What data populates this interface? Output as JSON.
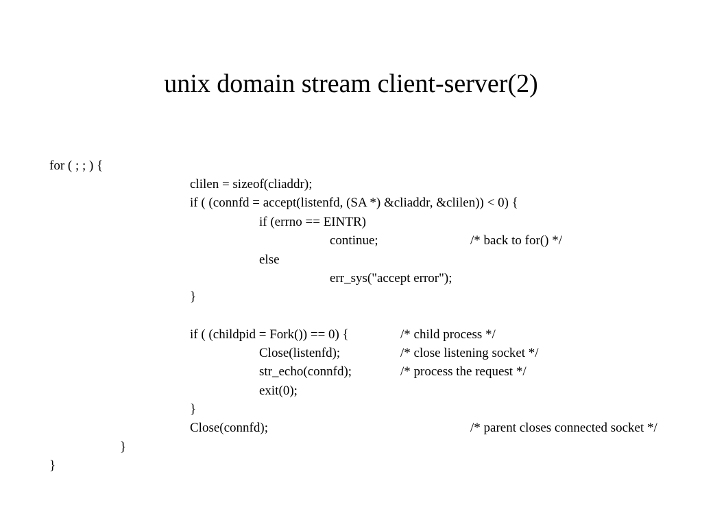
{
  "slide": {
    "title": "unix domain stream client-server(2)",
    "lines": [
      "for ( ; ; ) {",
      "clilen = sizeof(cliaddr);",
      "if ( (connfd = accept(listenfd, (SA *) &cliaddr, &clilen)) < 0) {",
      "if (errno == EINTR)",
      "continue;",
      "/* back to for() */",
      "else",
      "err_sys(\"accept error\");",
      "}",
      "if ( (childpid = Fork()) == 0) {",
      "/* child process */",
      "Close(listenfd);",
      "/* close listening socket */",
      "str_echo(connfd);",
      "/* process the request */",
      "exit(0);",
      "}",
      "Close(connfd);",
      "/* parent closes connected socket */",
      "}",
      "}"
    ]
  }
}
